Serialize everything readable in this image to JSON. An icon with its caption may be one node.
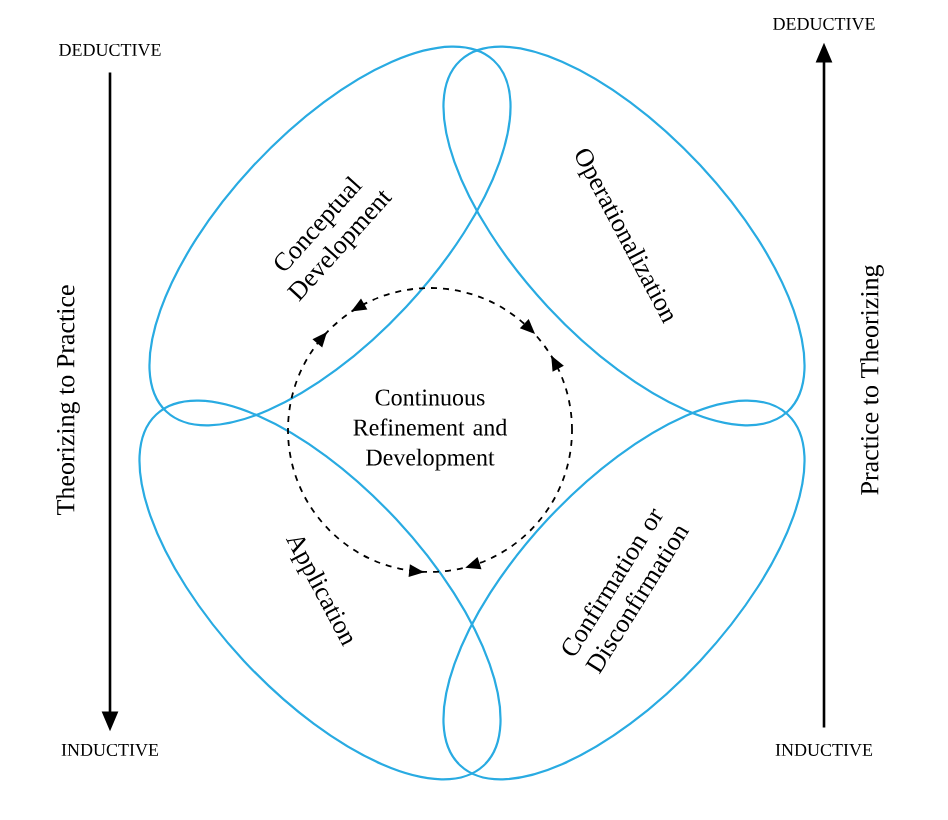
{
  "diagram": {
    "nodes": [
      {
        "text": [
          "Conceptual Development"
        ]
      },
      {
        "text": [
          "Operationalization"
        ]
      },
      {
        "text": [
          "Application"
        ]
      },
      {
        "text": [
          "Confirmation or Disconfirmation"
        ]
      },
      {
        "text": [
          "Continuous Refinement and Development"
        ]
      },
      {
        "text": [
          "DEDUCTIVE"
        ]
      },
      {
        "text": [
          "INDUCTIVE"
        ]
      },
      {
        "text": [
          "DEDUCTIVE"
        ]
      },
      {
        "text": [
          "INDUCTIVE"
        ]
      }
    ],
    "edges": [
      {
        "from": 5,
        "to": 6,
        "arrow": "to",
        "label": "Theorizing to Practice"
      },
      {
        "from": 8,
        "to": 7,
        "arrow": "to",
        "label": "Practice to Theorizing"
      }
    ]
  }
}
